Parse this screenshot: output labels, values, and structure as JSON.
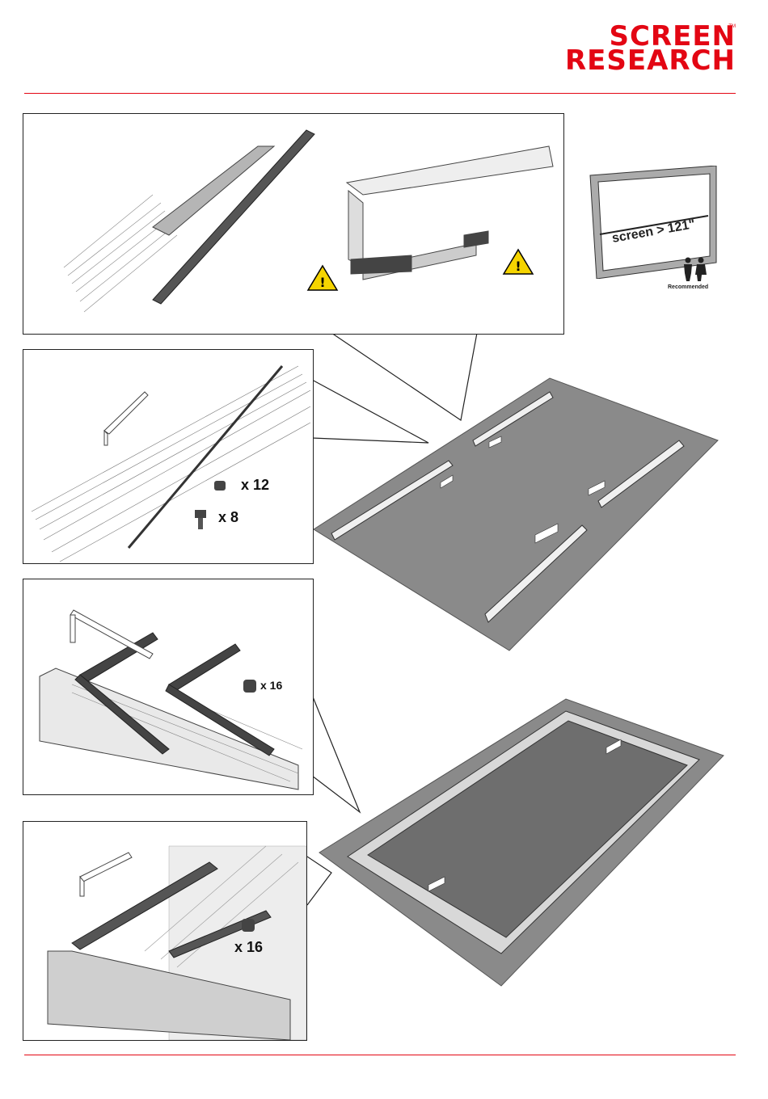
{
  "brand": {
    "line1": "SCREEN",
    "line2": "RESEARCH",
    "tm": "TM",
    "color": "#e30613"
  },
  "top_right": {
    "screen_label": "screen > 121\"",
    "recommended": "Recommended"
  },
  "panel2": {
    "qty_a": "x 12",
    "qty_b": "x 8"
  },
  "panel3": {
    "qty": "x 16"
  },
  "panel4": {
    "qty": "x 16"
  },
  "icons": [
    "warning-icon",
    "allen-key-icon",
    "screw-icon",
    "nut-icon",
    "people-icon",
    "arrow-icon"
  ]
}
